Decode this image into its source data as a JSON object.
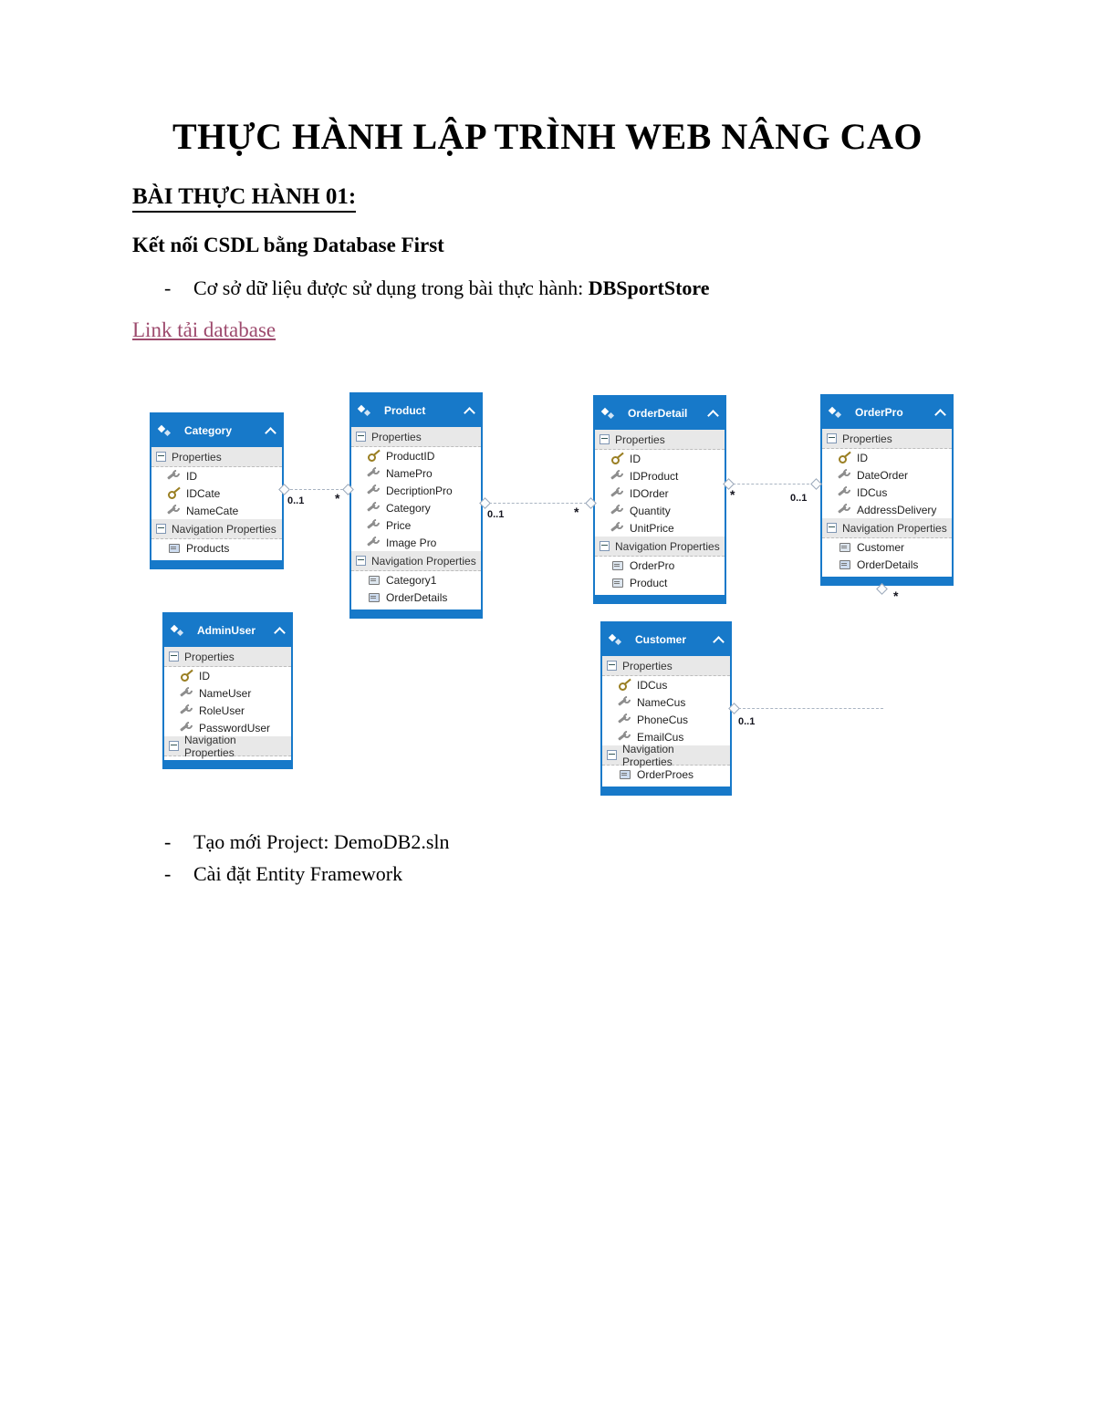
{
  "doc": {
    "title": "THỰC HÀNH LẬP TRÌNH WEB NÂNG CAO",
    "section_heading": "BÀI THỰC HÀNH 01:",
    "subheading": "Kết nối CSDL bằng Database First",
    "bullet_marker": "-",
    "intro_bullet": {
      "text": "Cơ sở dữ liệu được sử dụng trong bài thực hành: ",
      "highlight": "DBSportStore"
    },
    "link_text": "Link tải database",
    "link_color": "#9d4a6d",
    "closing_bullets": [
      "Tạo mới Project: DemoDB2.sln",
      "Cài đặt Entity Framework"
    ]
  },
  "diagram": {
    "accent_color": "#1779c9",
    "section_labels": {
      "properties": "Properties",
      "navigation": "Navigation Properties"
    },
    "icons": {
      "entity-icon": "two linked diamonds (entity type)",
      "key-icon": "gold key (primary key property)",
      "wrench-icon": "gray wrench (scalar property)",
      "nav-single-icon": "reference navigation property",
      "nav-collection-icon": "collection navigation property",
      "collapse-icon": "minus box (collapse section)",
      "chevron-up-icon": "collapse entity chevron",
      "diamond-connector": "association end diamond"
    },
    "entities": [
      {
        "name": "Category",
        "properties": [
          {
            "name": "ID",
            "icon": "wrench-icon"
          },
          {
            "name": "IDCate",
            "icon": "key-icon"
          },
          {
            "name": "NameCate",
            "icon": "wrench-icon"
          }
        ],
        "navigation": [
          {
            "name": "Products",
            "icon": "nav-collection-icon"
          }
        ]
      },
      {
        "name": "Product",
        "properties": [
          {
            "name": "ProductID",
            "icon": "key-icon"
          },
          {
            "name": "NamePro",
            "icon": "wrench-icon"
          },
          {
            "name": "DecriptionPro",
            "icon": "wrench-icon"
          },
          {
            "name": "Category",
            "icon": "wrench-icon"
          },
          {
            "name": "Price",
            "icon": "wrench-icon"
          },
          {
            "name": "Image Pro",
            "icon": "wrench-icon"
          }
        ],
        "navigation": [
          {
            "name": "Category1",
            "icon": "nav-single-icon"
          },
          {
            "name": "OrderDetails",
            "icon": "nav-collection-icon"
          }
        ]
      },
      {
        "name": "OrderDetail",
        "properties": [
          {
            "name": "ID",
            "icon": "key-icon"
          },
          {
            "name": "IDProduct",
            "icon": "wrench-icon"
          },
          {
            "name": "IDOrder",
            "icon": "wrench-icon"
          },
          {
            "name": "Quantity",
            "icon": "wrench-icon"
          },
          {
            "name": "UnitPrice",
            "icon": "wrench-icon"
          }
        ],
        "navigation": [
          {
            "name": "OrderPro",
            "icon": "nav-single-icon"
          },
          {
            "name": "Product",
            "icon": "nav-single-icon"
          }
        ]
      },
      {
        "name": "OrderPro",
        "properties": [
          {
            "name": "ID",
            "icon": "key-icon"
          },
          {
            "name": "DateOrder",
            "icon": "wrench-icon"
          },
          {
            "name": "IDCus",
            "icon": "wrench-icon"
          },
          {
            "name": "AddressDelivery",
            "icon": "wrench-icon"
          }
        ],
        "navigation": [
          {
            "name": "Customer",
            "icon": "nav-single-icon"
          },
          {
            "name": "OrderDetails",
            "icon": "nav-collection-icon"
          }
        ]
      },
      {
        "name": "AdminUser",
        "properties": [
          {
            "name": "ID",
            "icon": "key-icon"
          },
          {
            "name": "NameUser",
            "icon": "wrench-icon"
          },
          {
            "name": "RoleUser",
            "icon": "wrench-icon"
          },
          {
            "name": "PasswordUser",
            "icon": "wrench-icon"
          }
        ],
        "navigation": []
      },
      {
        "name": "Customer",
        "properties": [
          {
            "name": "IDCus",
            "icon": "key-icon"
          },
          {
            "name": "NameCus",
            "icon": "wrench-icon"
          },
          {
            "name": "PhoneCus",
            "icon": "wrench-icon"
          },
          {
            "name": "EmailCus",
            "icon": "wrench-icon"
          }
        ],
        "navigation": [
          {
            "name": "OrderProes",
            "icon": "nav-collection-icon"
          }
        ]
      }
    ],
    "connectors": [
      {
        "from": "Category",
        "to": "Product",
        "from_label": "0..1",
        "to_label": "*"
      },
      {
        "from": "Product",
        "to": "OrderDetail",
        "from_label": "0..1",
        "to_label": "*"
      },
      {
        "from": "OrderDetail",
        "to": "OrderPro",
        "from_label": "*",
        "to_label": "0..1"
      },
      {
        "from": "Customer",
        "to": "OrderPro",
        "from_label": "0..1",
        "to_label": "*"
      }
    ]
  }
}
